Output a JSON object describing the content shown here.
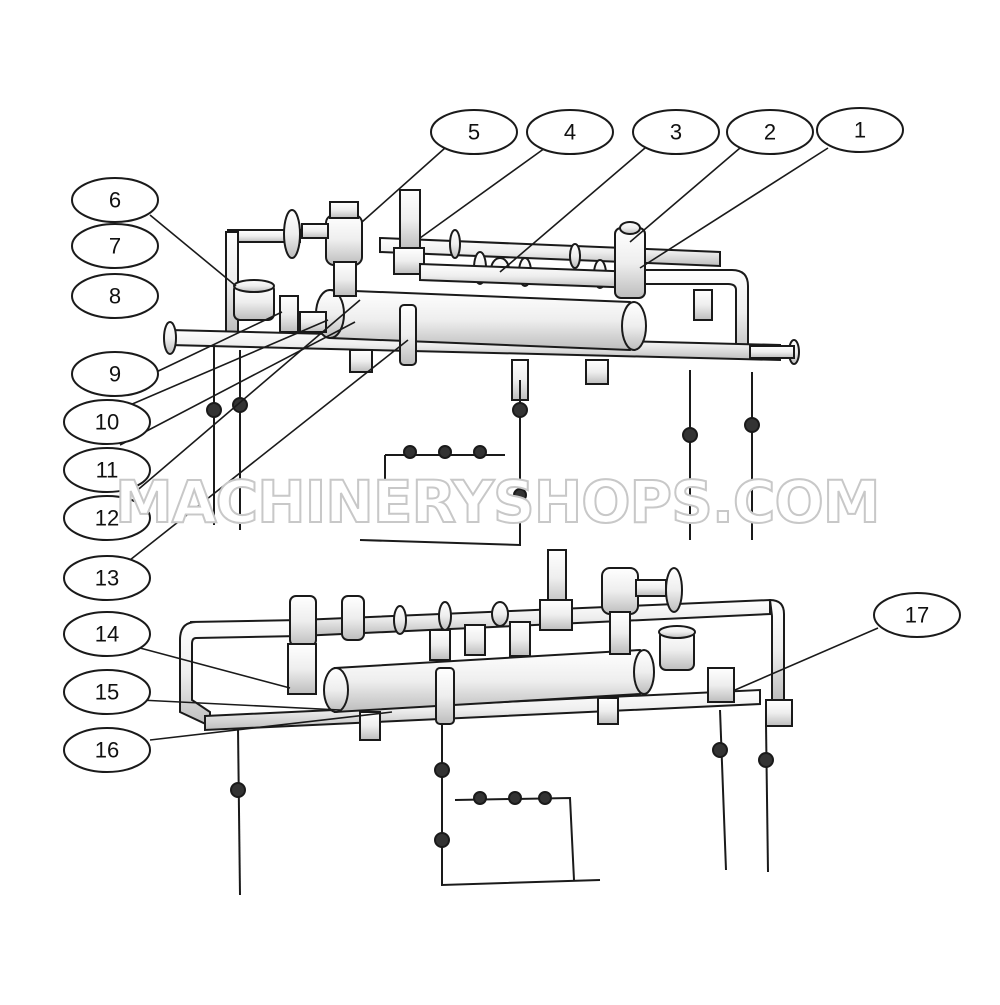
{
  "diagram": {
    "callouts": [
      {
        "id": "1",
        "label": "1"
      },
      {
        "id": "2",
        "label": "2"
      },
      {
        "id": "3",
        "label": "3"
      },
      {
        "id": "4",
        "label": "4"
      },
      {
        "id": "5",
        "label": "5"
      },
      {
        "id": "6",
        "label": "6"
      },
      {
        "id": "7",
        "label": "7"
      },
      {
        "id": "8",
        "label": "8"
      },
      {
        "id": "9",
        "label": "9"
      },
      {
        "id": "10",
        "label": "10"
      },
      {
        "id": "11",
        "label": "11"
      },
      {
        "id": "12",
        "label": "12"
      },
      {
        "id": "13",
        "label": "13"
      },
      {
        "id": "14",
        "label": "14"
      },
      {
        "id": "15",
        "label": "15"
      },
      {
        "id": "16",
        "label": "16"
      },
      {
        "id": "17",
        "label": "17"
      }
    ],
    "watermark": "MACHINERYSHOPS.COM"
  },
  "colors": {
    "line": "#1a1a1a",
    "pipe_fill": "#f2f2f2",
    "callout_fill": "#ffffff",
    "watermark_stroke": "#c8c8c8"
  }
}
